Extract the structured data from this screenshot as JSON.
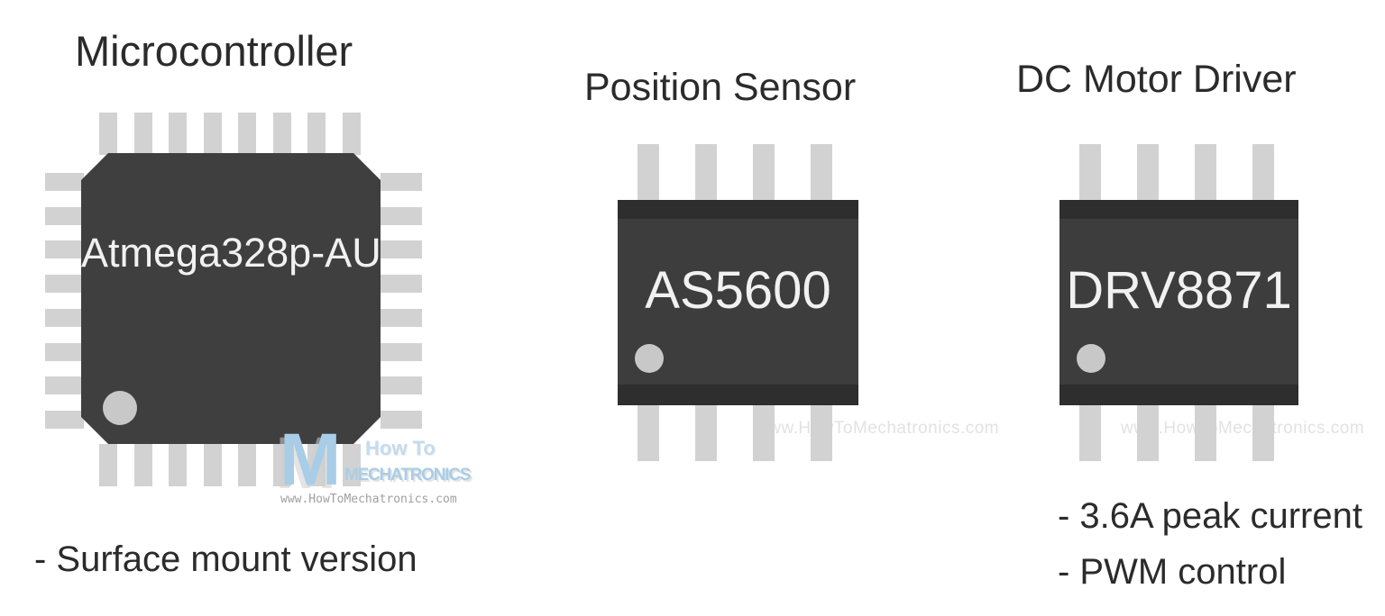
{
  "colors": {
    "background": "#ffffff",
    "chip_body": "#3f3f3f",
    "chip_band": "#2e2e2e",
    "pin": "#d2d2d2",
    "pin1_dot": "#c8c8c8",
    "heading_text": "#2b2b2b",
    "chip_label_text": "#f1f1f1",
    "watermark_text": "#e2e2e2",
    "logo_blue": "#a9cde6",
    "logo_url_gray": "#9f9f9f"
  },
  "components": [
    {
      "title": "Microcontroller",
      "chip_label": "Atmega328p-AU",
      "notes": [
        "- Surface mount version"
      ]
    },
    {
      "title": "Position Sensor",
      "chip_label": "AS5600",
      "notes": []
    },
    {
      "title": "DC Motor Driver",
      "chip_label": "DRV8871",
      "notes": [
        "- 3.6A peak current",
        "- PWM control"
      ]
    }
  ],
  "watermarks": [
    {
      "text": "www.HowToMechatronics.com"
    },
    {
      "text": "www.HowToMechatronics.com"
    }
  ],
  "logo": {
    "monogram": "M",
    "how_to": "How To",
    "mechatronics": "MECHATRONICS",
    "url": "www.HowToMechatronics.com"
  }
}
